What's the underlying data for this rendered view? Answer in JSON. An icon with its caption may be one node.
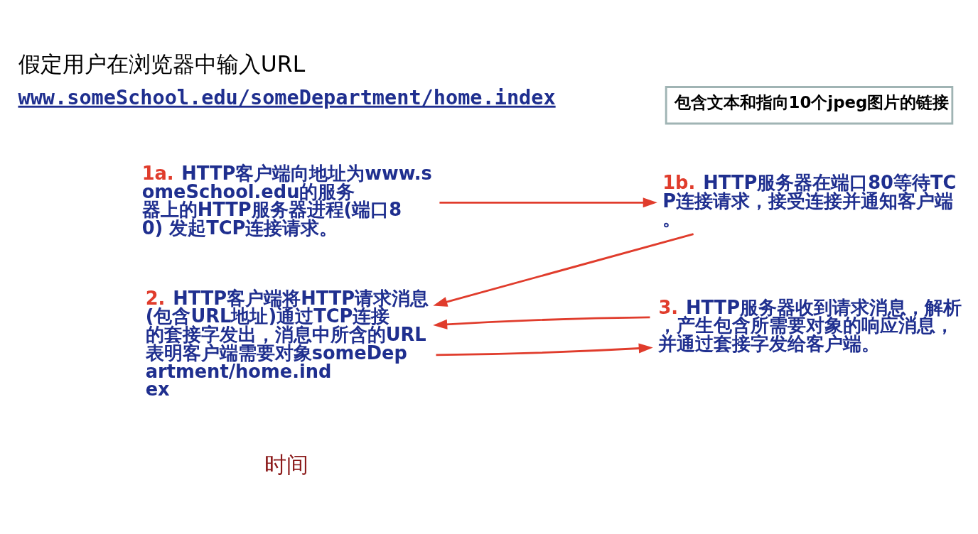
{
  "diagram": {
    "title": "假定用户在浏览器中输入URL",
    "nodes": [
      {
        "text": [
          "包含文本和指向10个jpeg图片的链接"
        ]
      },
      {
        "text": [
          "1a.",
          "HTTP客户端向地址为www.someSchool.edu的服务器上的HTTP服务器进程(端口80) 发起TCP连接请求。"
        ]
      },
      {
        "text": [
          "1b.",
          "HTTP服务器在端口80等待TCP连接请求，接受连接并通知客户端。"
        ]
      },
      {
        "text": [
          "2.",
          "HTTP客户端将HTTP请求消息(包含URL地址)通过TCP连接的套接字发出，消息中所含的URL表明客户端需要对象someDepartment/home.index"
        ]
      },
      {
        "text": [
          "3.",
          "HTTP服务器收到请求消息，解析，产生包含所需要对象的响应消息，并通过套接字发给客户端。"
        ]
      }
    ],
    "edges": [
      {
        "from": 1,
        "to": 2,
        "arrow": "to",
        "color": "#e03c2c"
      },
      {
        "from": 2,
        "to": 3,
        "arrow": "to",
        "color": "#e03c2c"
      },
      {
        "from": 3,
        "to": 4,
        "arrow": "to",
        "color": "#e03c2c"
      },
      {
        "from": 4,
        "to": 3,
        "arrow": "to",
        "color": "#e03c2c"
      }
    ],
    "labels": [
      "www.someSchool.edu/someDepartment/home.index",
      "时间"
    ]
  }
}
